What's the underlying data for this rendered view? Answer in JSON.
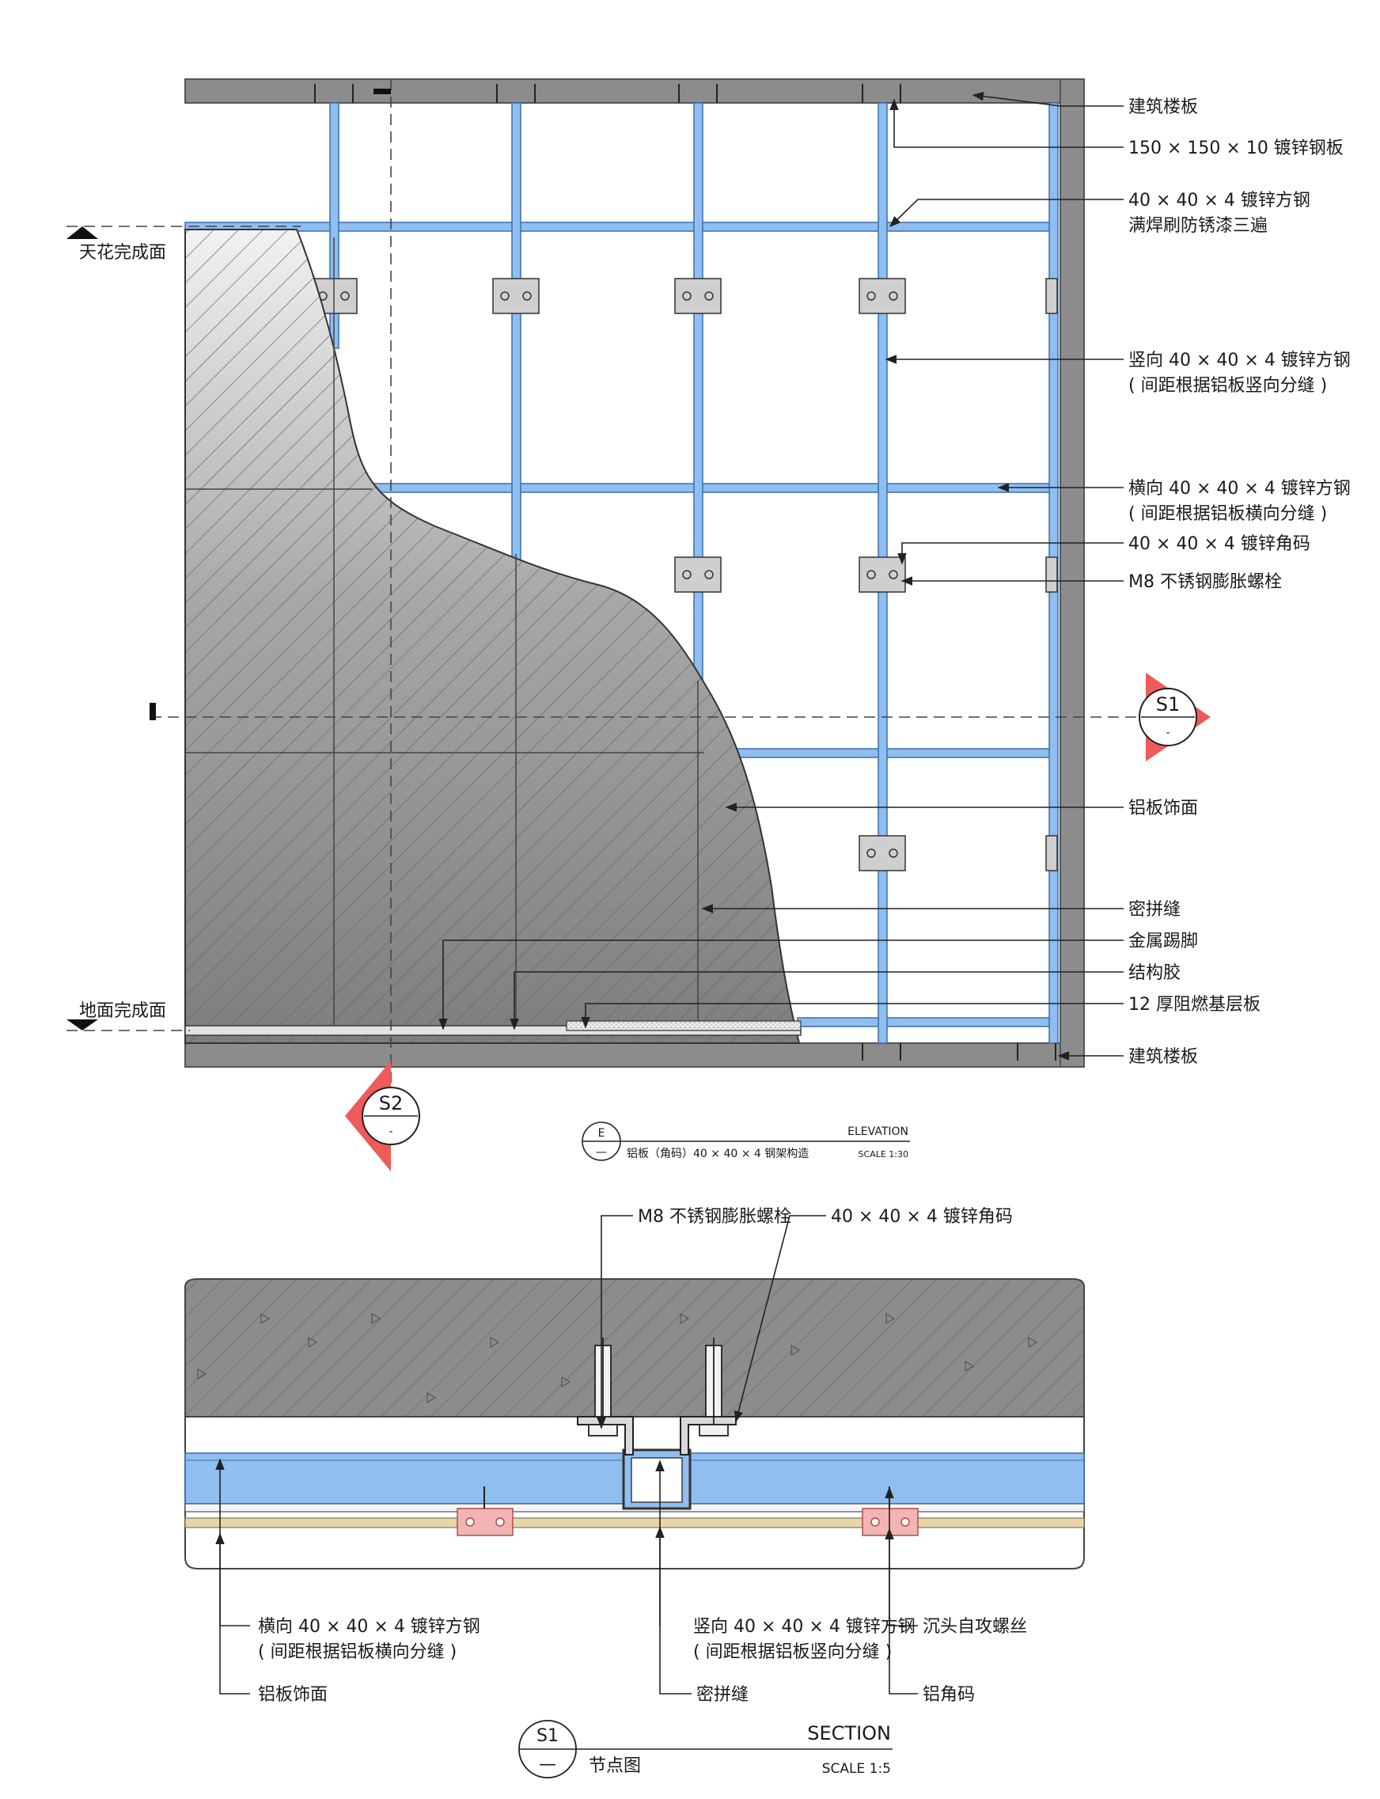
{
  "elevation": {
    "labels": {
      "floor_slab_top": "建筑楼板",
      "steel_plate": "150 × 150 × 10 镀锌钢板",
      "tube_line1": "40 × 40 × 4 镀锌方钢",
      "tube_line2": "满焊刷防锈漆三遍",
      "vertical_line1": "竖向 40 × 40 × 4 镀锌方钢",
      "vertical_line2": "( 间距根据铝板竖向分缝 )",
      "horizontal_line1": "横向 40 × 40 × 4 镀锌方钢",
      "horizontal_line2": "( 间距根据铝板横向分缝 )",
      "angle": "40 × 40 × 4 镀锌角码",
      "bolt": "M8 不锈钢膨胀螺栓",
      "finish": "铝板饰面",
      "joint": "密拼缝",
      "skirting": "金属踢脚",
      "adhesive": "结构胶",
      "board": "12 厚阻燃基层板",
      "floor_slab_bottom": "建筑楼板",
      "ceiling_level": "天花完成面",
      "floor_level": "地面完成面"
    },
    "markers": {
      "s1_id": "S1",
      "s1_sheet": "-",
      "s2_id": "S2",
      "s2_sheet": "-"
    },
    "title_block": {
      "id": "E",
      "sheet": "—",
      "name": "ELEVATION",
      "desc": "铝板（角码）40 × 40 × 4 钢架构造",
      "scale": "SCALE 1:30"
    }
  },
  "section": {
    "labels": {
      "bolt": "M8 不锈钢膨胀螺栓",
      "angle": "40 × 40 × 4 镀锌角码",
      "horizontal_line1": "横向 40 × 40 × 4 镀锌方钢",
      "horizontal_line2": "( 间距根据铝板横向分缝 )",
      "finish": "铝板饰面",
      "vertical_line1": "竖向 40 × 40 × 4 镀锌方钢",
      "vertical_line2": "( 间距根据铝板竖向分缝 )",
      "joint": "密拼缝",
      "screw": "沉头自攻螺丝",
      "alu_angle": "铝角码"
    },
    "title_block": {
      "id": "S1",
      "sheet": "—",
      "name": "SECTION",
      "desc": "节点图",
      "scale": "SCALE 1:5"
    }
  },
  "colors": {
    "steel": "#8fbef0",
    "concrete": "#8c8c8c",
    "marker_red": "#ef5a5a",
    "bracket_pink": "#f3b4b4",
    "board_tan": "#e8d6a8"
  }
}
